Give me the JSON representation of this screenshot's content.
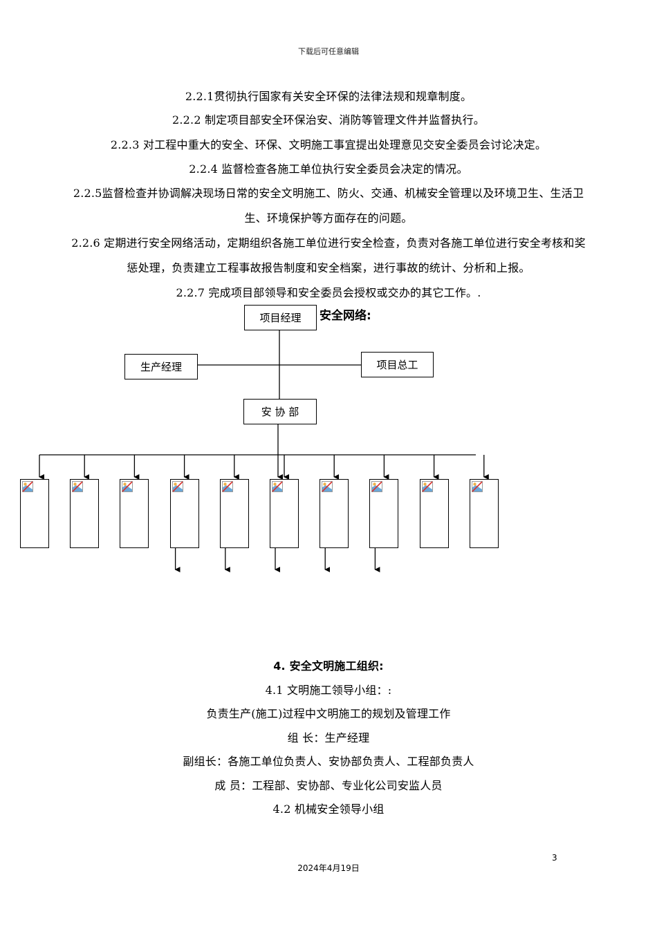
{
  "header": {
    "text": "下载后可任意编辑"
  },
  "section2": {
    "lines": [
      "2.2.1贯彻执行国家有关安全环保的法律法规和规章制度。",
      "2.2.2 制定项目部安全环保治安、消防等管理文件并监督执行。",
      "2.2.3 对工程中重大的安全、环保、文明施工事宜提出处理意见交安全委员会讨论决定。",
      "2.2.4 监督检查各施工单位执行安全委员会决定的情况。",
      "2.2.5监督检查并协调解决现场日常的安全文明施工、防火、交通、机械安全管理以及环境卫生、生活卫",
      "生、环境保护等方面存在的问题。",
      "2.2.6 定期进行安全网络活动，定期组织各施工单位进行安全检查，负责对各施工单位进行安全考核和奖",
      "惩处理，负责建立工程事故报告制度和安全档案，进行事故的统计、分析和上报。",
      "2.2.7 完成项目部领导和安全委员会授权或交办的其它工作。."
    ]
  },
  "diagram": {
    "title": "安全网络:",
    "nodes": {
      "project_manager": "项目经理",
      "production_manager": "生产经理",
      "chief_engineer": "项目总工",
      "safety_dept": "安 协 部"
    },
    "unit_count": 10,
    "units_with_down_arrow": 5,
    "unit_icon": "broken-image-icon"
  },
  "section4": {
    "heading": "4.   安全文明施工组织:",
    "lines": [
      "4.1 文明施工领导小组：:",
      "负责生产(施工)过程中文明施工的规划及管理工作",
      "组   长：生产经理",
      "副组长：各施工单位负责人、安协部负责人、工程部负责人",
      "成   员：工程部、安协部、专业化公司安监人员",
      "4.2 机械安全领导小组"
    ]
  },
  "footer": {
    "page_number": "3",
    "date": "2024年4月19日"
  }
}
